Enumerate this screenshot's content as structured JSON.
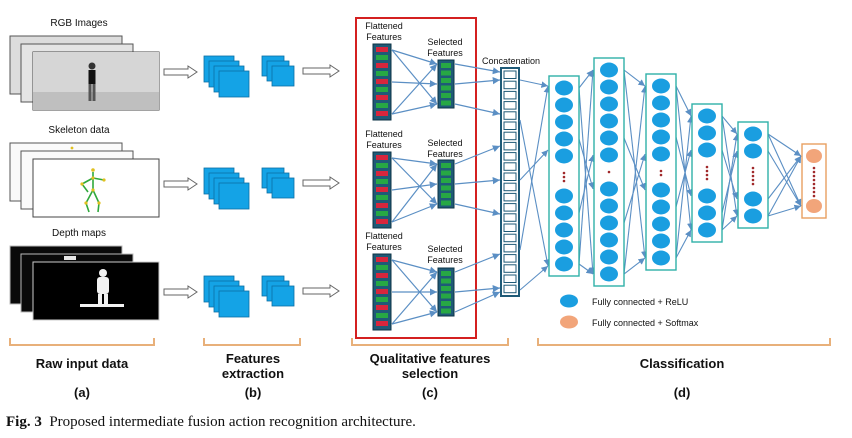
{
  "inputs": {
    "rgb_title": "RGB Images",
    "skeleton_title": "Skeleton data",
    "depth_title": "Depth maps"
  },
  "branch_labels": {
    "flattened": [
      "Flattened",
      "Features"
    ],
    "selected": [
      "Selected",
      "Features"
    ]
  },
  "concatenation": "Concatenation",
  "legend": {
    "relu": "Fully connected + ReLU",
    "softmax": "Fully connected + Softmax",
    "relu_color": "#1a9ee0",
    "softmax_color": "#f2a57a"
  },
  "sections": {
    "raw": "Raw input data",
    "features_l1": "Features",
    "features_l2": "extraction",
    "qualitative_l1": "Qualitative features",
    "qualitative_l2": "selection",
    "classification": "Classification"
  },
  "letters": {
    "a": "(a)",
    "b": "(b)",
    "c": "(c)",
    "d": "(d)"
  },
  "caption": {
    "prefix": "Fig. 3",
    "text": "Proposed intermediate fusion action recognition architecture."
  },
  "colors": {
    "accent": "#2a86c2",
    "node": "#1a9ee0",
    "selection_box": "#d42020",
    "brace": "#e8b07a"
  }
}
